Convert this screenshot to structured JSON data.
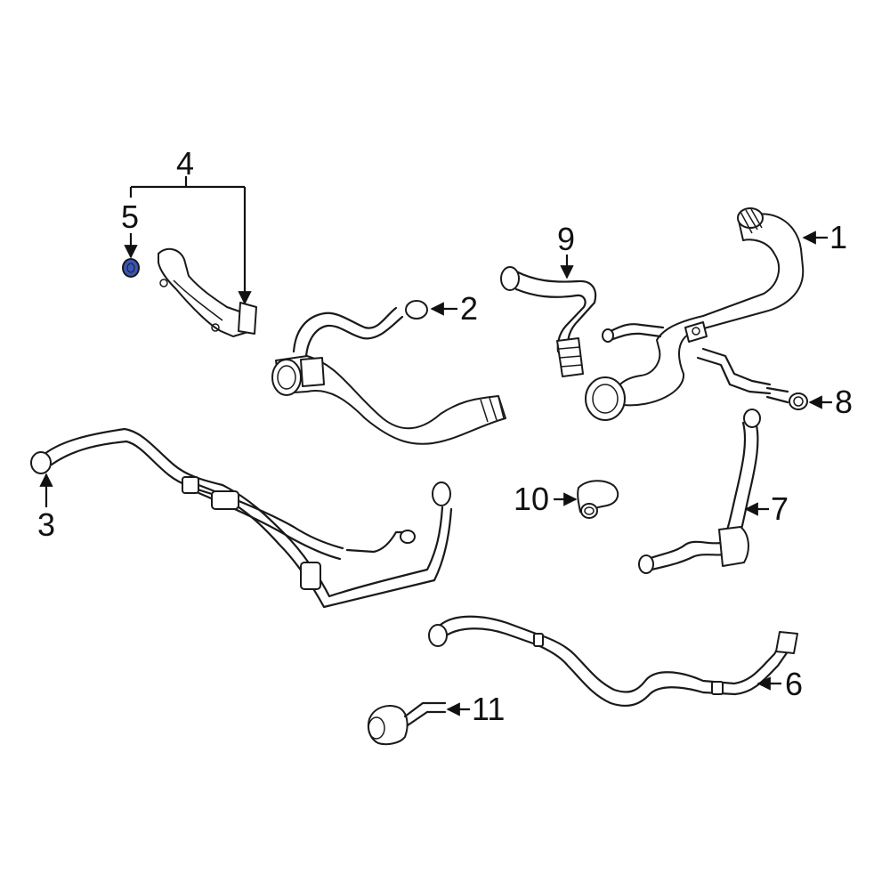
{
  "callouts": [
    {
      "id": "1",
      "text": "1"
    },
    {
      "id": "2",
      "text": "2"
    },
    {
      "id": "3",
      "text": "3"
    },
    {
      "id": "4",
      "text": "4"
    },
    {
      "id": "5",
      "text": "5"
    },
    {
      "id": "6",
      "text": "6"
    },
    {
      "id": "7",
      "text": "7"
    },
    {
      "id": "8",
      "text": "8"
    },
    {
      "id": "9",
      "text": "9"
    },
    {
      "id": "10",
      "text": "10"
    },
    {
      "id": "11",
      "text": "11"
    }
  ],
  "colors": {
    "line": "#1a1a1a",
    "seal_fill": "#3a55b4",
    "background": "#ffffff"
  },
  "icons": {
    "part_5": "o-ring-seal-icon"
  }
}
